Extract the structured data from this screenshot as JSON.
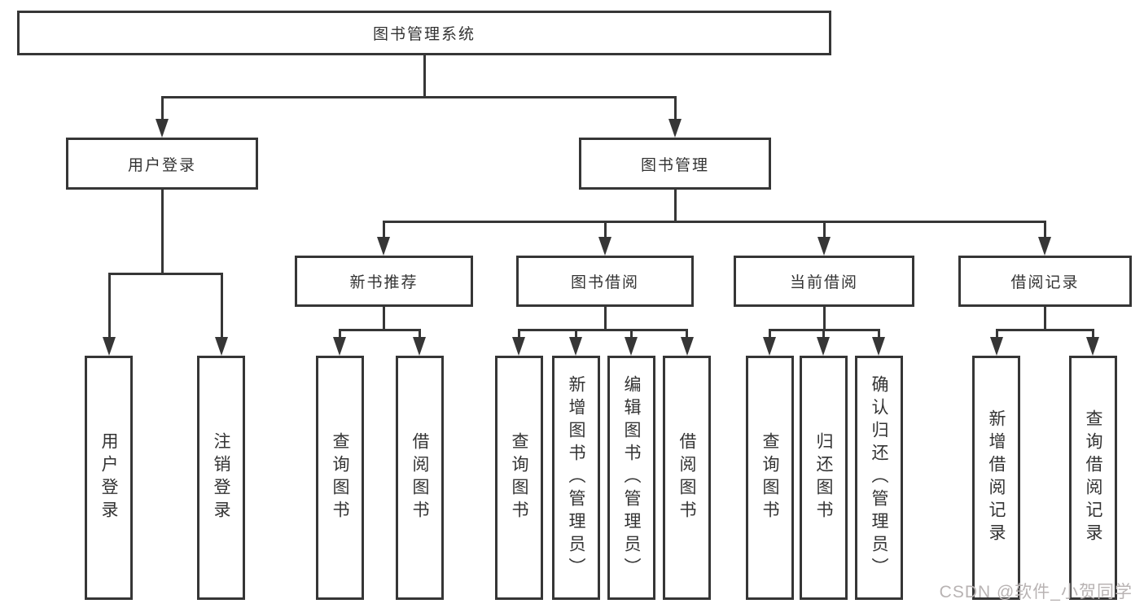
{
  "tree": {
    "root": "图书管理系统",
    "branches": [
      {
        "label": "用户登录",
        "children": [
          "用户登录",
          "注销登录"
        ]
      },
      {
        "label": "图书管理",
        "groups": [
          {
            "label": "新书推荐",
            "children": [
              "查询图书",
              "借阅图书"
            ]
          },
          {
            "label": "图书借阅",
            "children": [
              "查询图书",
              "新增图书（管理员）",
              "编辑图书（管理员）",
              "借阅图书"
            ]
          },
          {
            "label": "当前借阅",
            "children": [
              "查询图书",
              "归还图书",
              "确认归还（管理员）"
            ]
          },
          {
            "label": "借阅记录",
            "children": [
              "新增借阅记录",
              "查询借阅记录"
            ]
          }
        ]
      }
    ]
  },
  "watermark": "CSDN @软件_小贺同学",
  "colors": {
    "line": "#363636",
    "box_border": "#363636",
    "text": "#333333",
    "watermark": "#b8b3b3",
    "background": "#ffffff"
  }
}
